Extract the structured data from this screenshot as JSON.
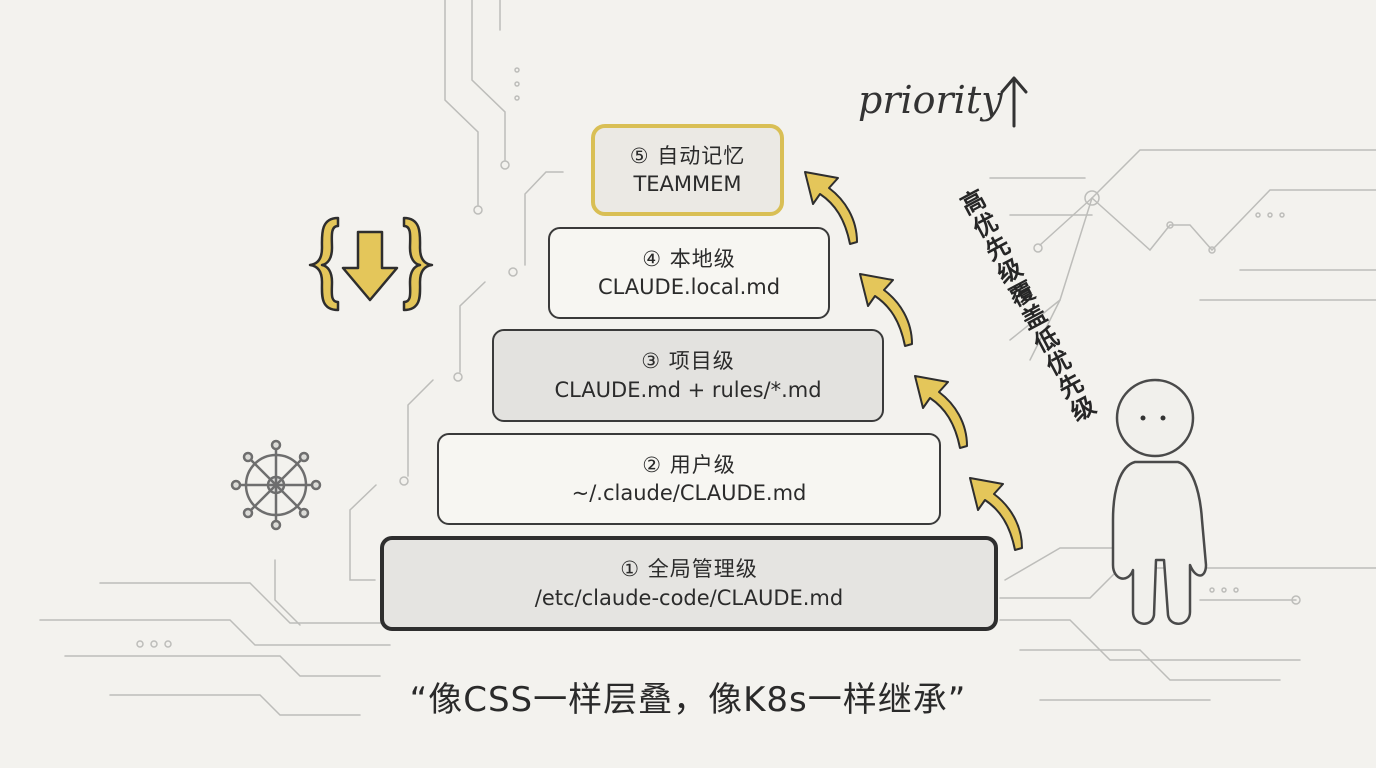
{
  "layers": [
    {
      "num": "①",
      "name": "全局管理级",
      "path": "/etc/claude-code/CLAUDE.md"
    },
    {
      "num": "②",
      "name": "用户级",
      "path": "~/.claude/CLAUDE.md"
    },
    {
      "num": "③",
      "name": "项目级",
      "path": "CLAUDE.md + rules/*.md"
    },
    {
      "num": "④",
      "name": "本地级",
      "path": "CLAUDE.local.md"
    },
    {
      "num": "⑤",
      "name": "自动记忆",
      "path": "TEAMMEM"
    }
  ],
  "priority_label": "priority",
  "override_note": "高优先级覆盖低优先级",
  "quote": "“像CSS一样层叠，像K8s一样继承”",
  "colors": {
    "background": "#f3f2ee",
    "accent_yellow": "#e4c65a",
    "accent_yellow_dark": "#c9a838",
    "ink": "#2b2b2b",
    "circuit": "#b9b9b6"
  },
  "icons": [
    "curly-brace-down-arrow-icon",
    "ship-wheel-icon",
    "person-figure-icon",
    "priority-up-arrow-icon",
    "curved-up-arrow-icon"
  ]
}
